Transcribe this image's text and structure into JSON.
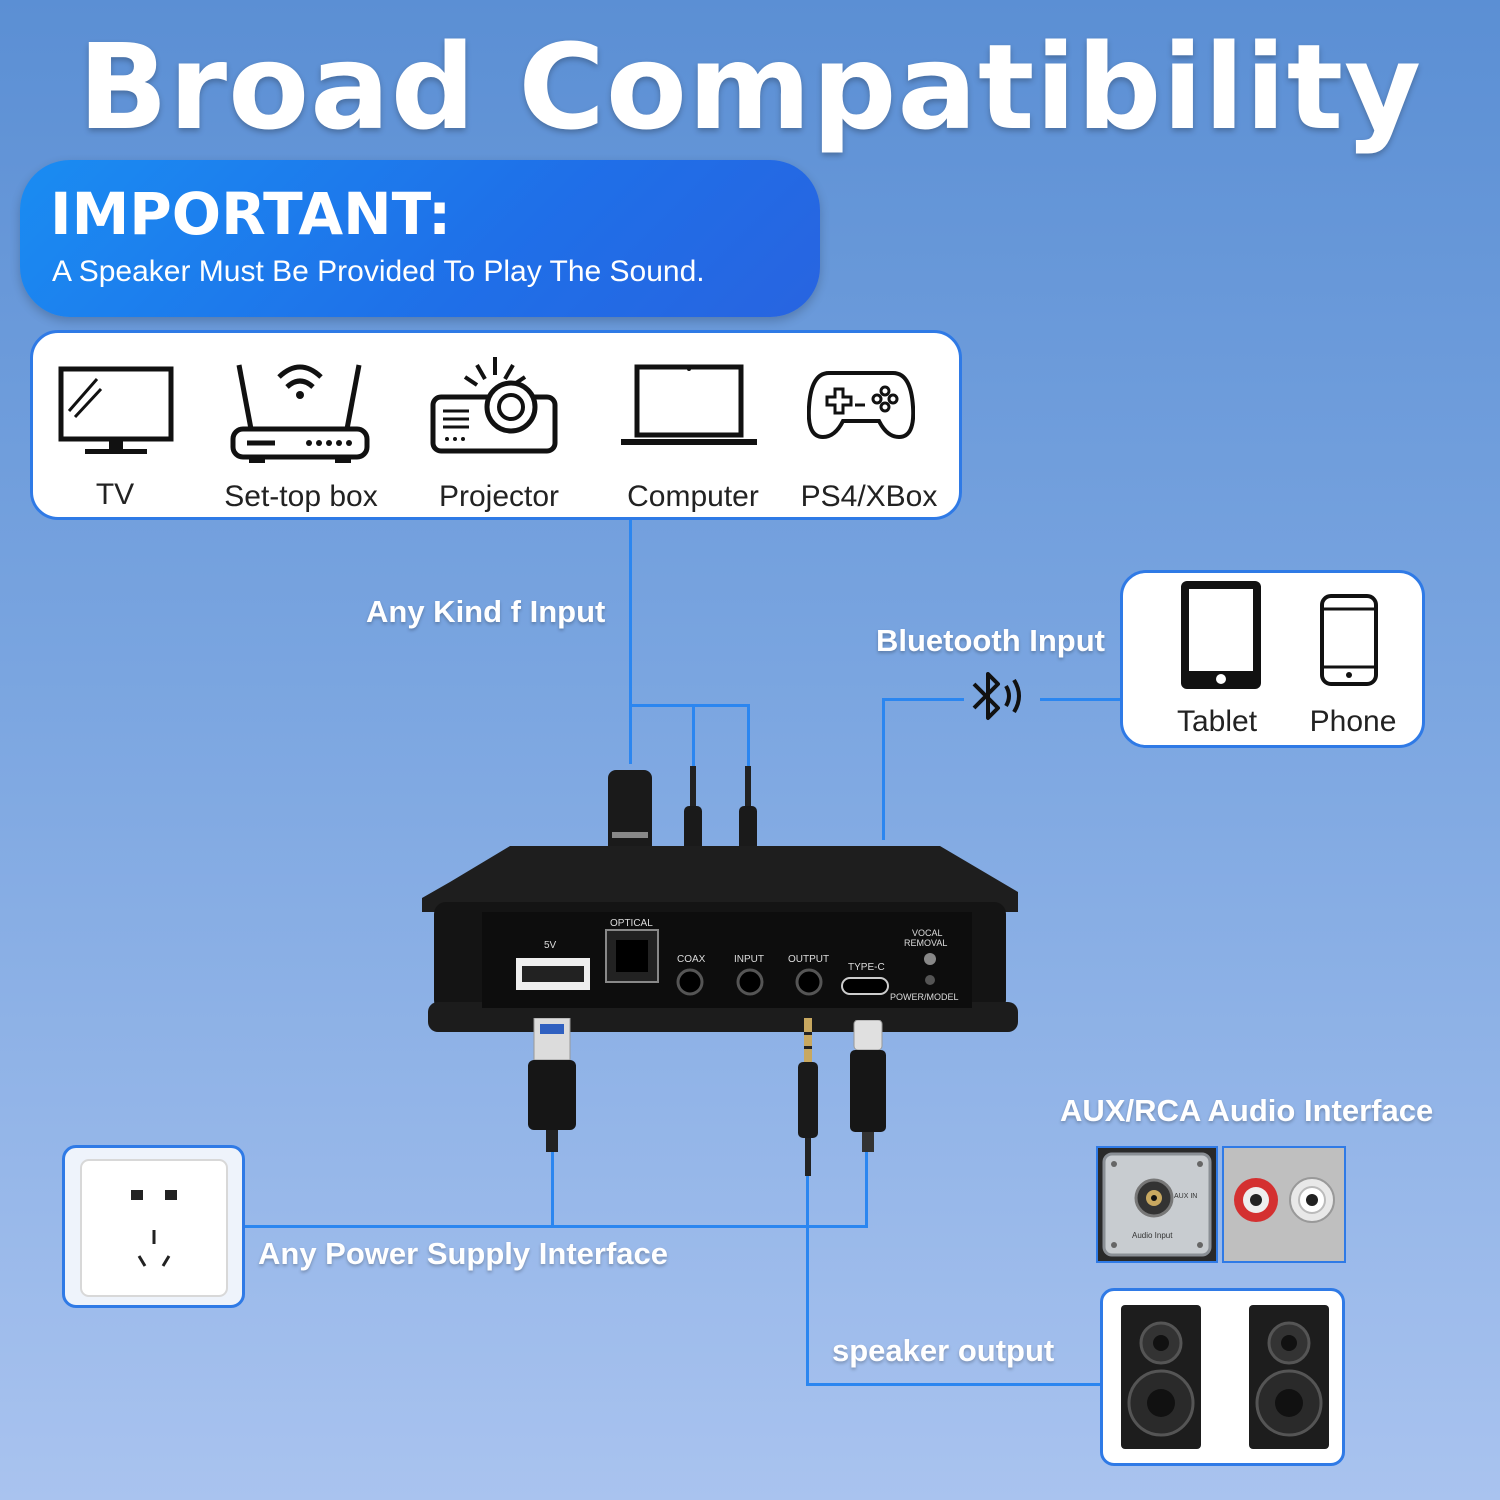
{
  "title": "Broad Compatibility",
  "important": {
    "heading": "IMPORTANT:",
    "text": "A Speaker Must Be Provided To Play The Sound."
  },
  "input_devices": [
    {
      "label": "TV",
      "icon": "tv-icon"
    },
    {
      "label": "Set-top box",
      "icon": "router-icon"
    },
    {
      "label": "Projector",
      "icon": "projector-icon"
    },
    {
      "label": "Computer",
      "icon": "laptop-icon"
    },
    {
      "label": "PS4/XBox",
      "icon": "gamepad-icon"
    }
  ],
  "mobile_devices": [
    {
      "label": "Tablet",
      "icon": "tablet-icon"
    },
    {
      "label": "Phone",
      "icon": "phone-icon"
    }
  ],
  "labels": {
    "any_input": "Any Kind f Input",
    "bluetooth_input": "Bluetooth Input",
    "aux_rca": "AUX/RCA Audio Interface",
    "power_supply": "Any Power Supply Interface",
    "speaker_output": "speaker output"
  },
  "device_panel": {
    "optical": "OPTICAL",
    "usb_5v": "5V",
    "coax": "COAX",
    "input": "INPUT",
    "output": "OUTPUT",
    "type_c": "TYPE-C",
    "vocal_removal_1": "VOCAL",
    "vocal_removal_2": "REMOVAL",
    "power_model": "POWER/MODEL"
  },
  "aux_panel": {
    "aux_in": "AUX IN",
    "audio_input": "Audio Input"
  },
  "colors": {
    "accent": "#2b86f0",
    "important_bg": "#1f6fe8",
    "background_top": "#5b8fd4",
    "background_bottom": "#a9c3ef"
  }
}
